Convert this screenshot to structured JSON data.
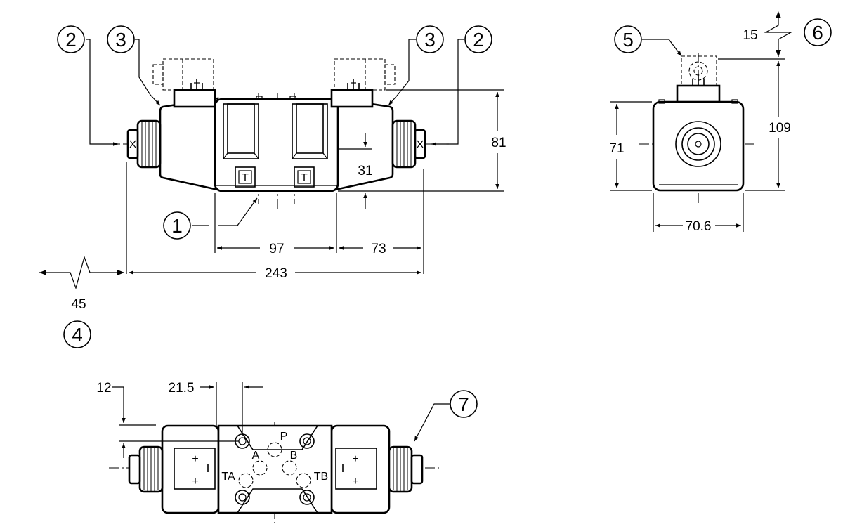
{
  "dimensions": {
    "d81": "81",
    "d31": "31",
    "d97": "97",
    "d73": "73",
    "d243": "243",
    "d45": "45",
    "d15": "15",
    "d109": "109",
    "d71": "71",
    "d70_6": "70.6",
    "d12": "12",
    "d21_5": "21.5"
  },
  "callouts": {
    "c1": "1",
    "c2": "2",
    "c3": "3",
    "c4": "4",
    "c5": "5",
    "c6": "6",
    "c7": "7"
  },
  "ports": {
    "p": "P",
    "a": "A",
    "b": "B",
    "ta": "TA",
    "tb": "TB"
  },
  "manual_override_label": "T"
}
